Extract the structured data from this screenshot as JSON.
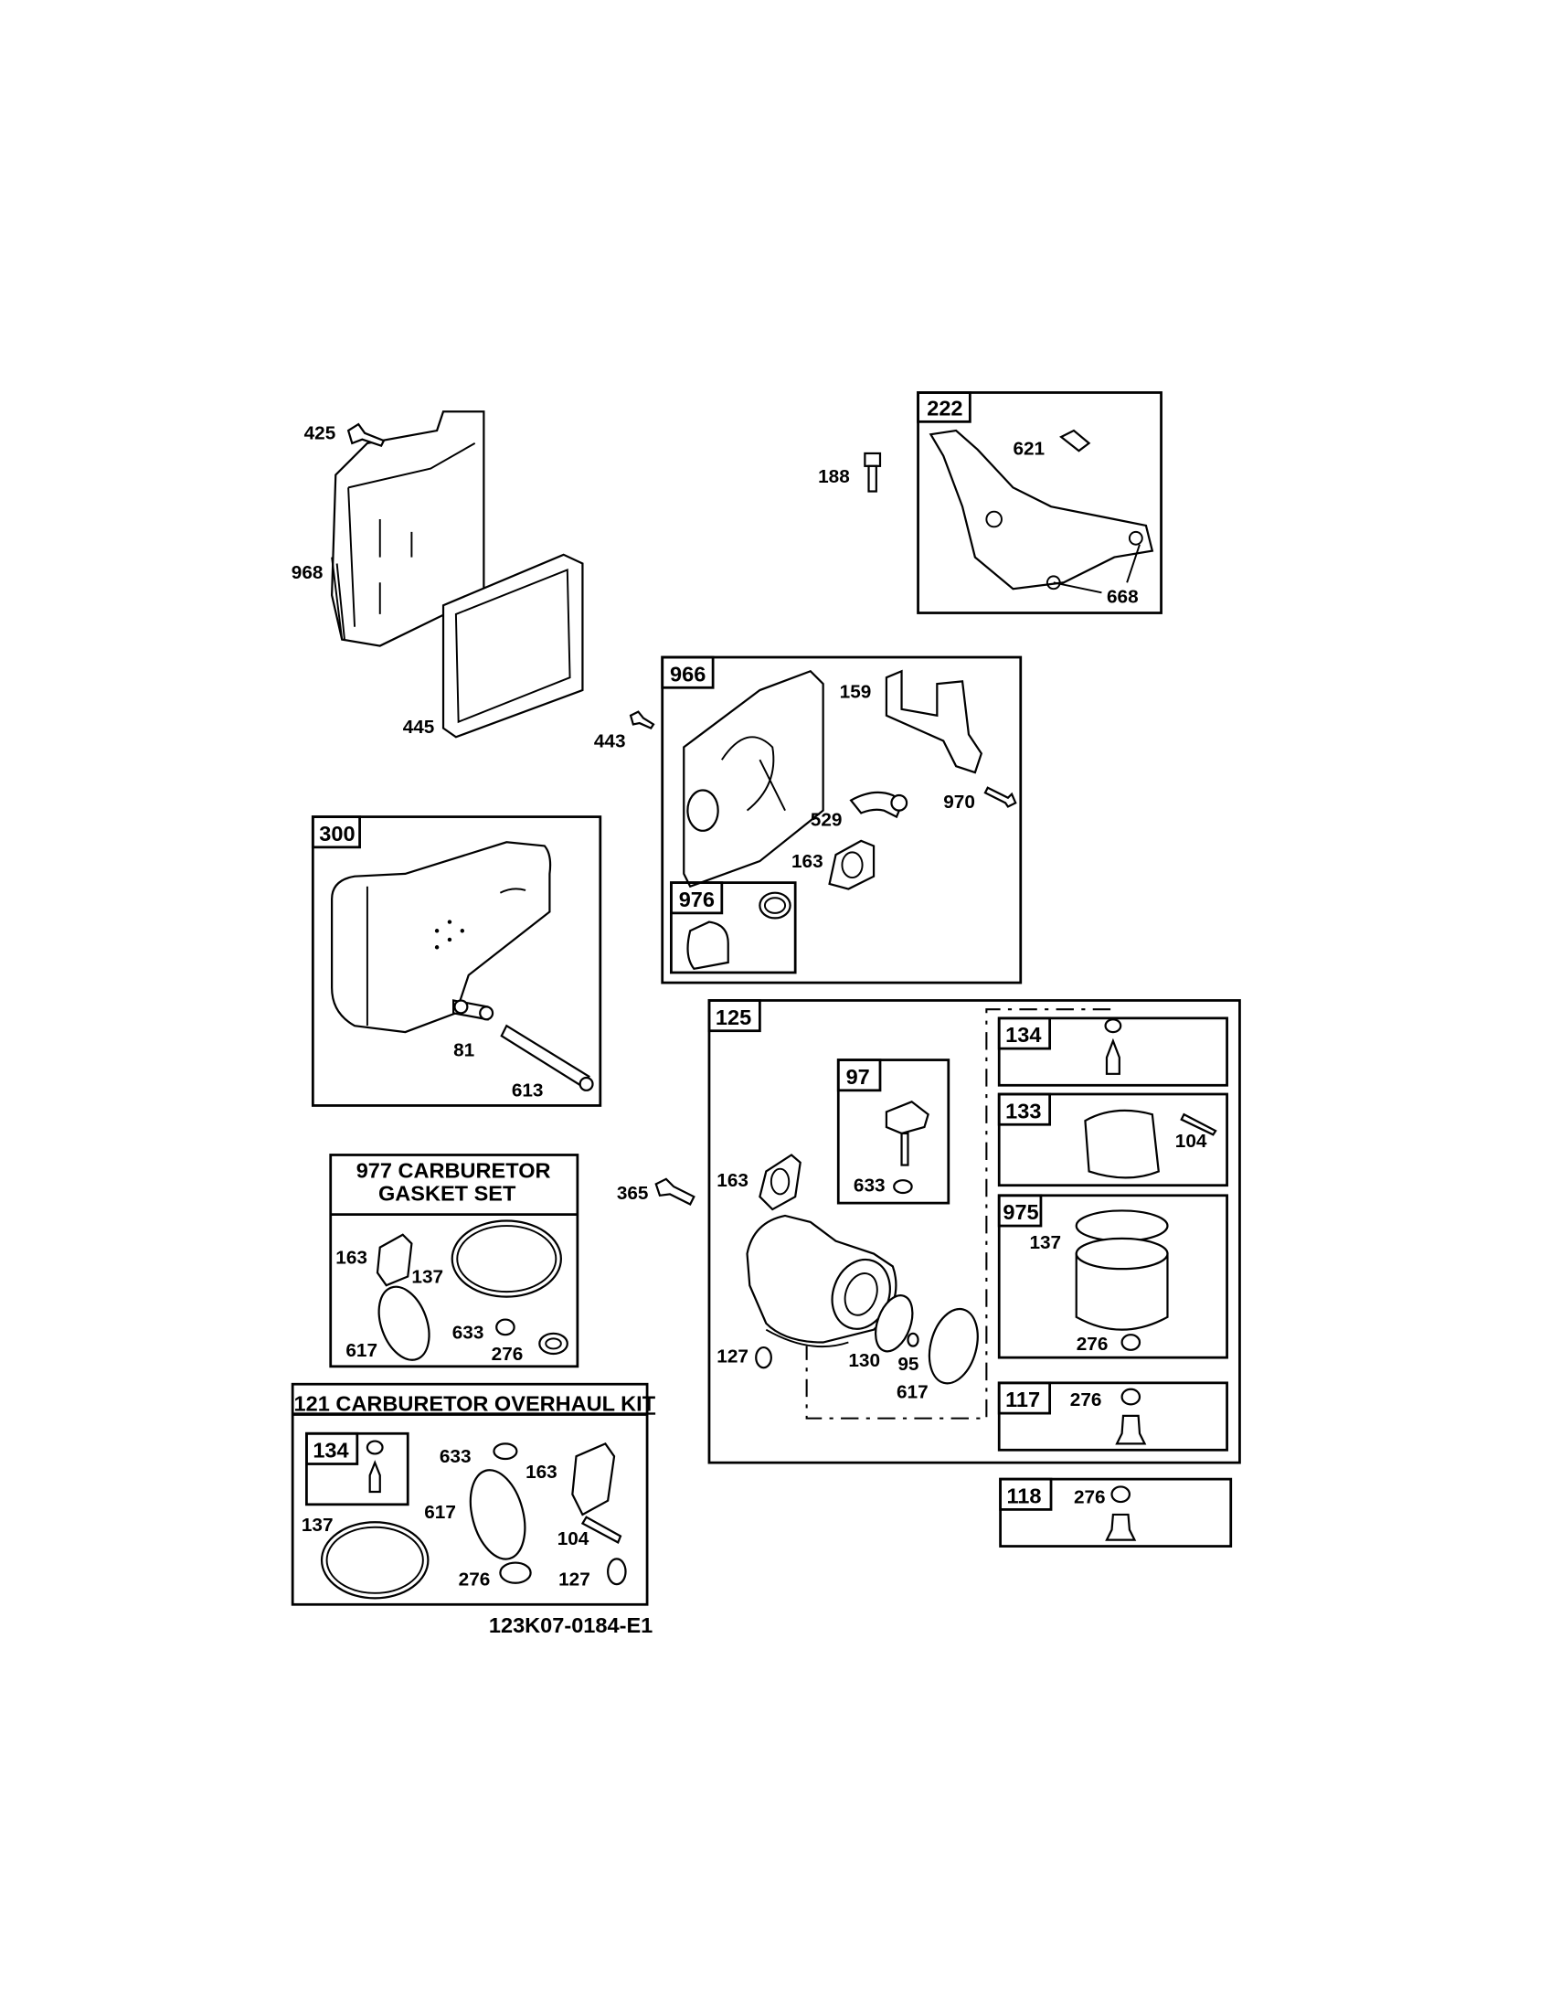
{
  "diagram_id": "123K07-0184-E1",
  "groups": {
    "g222": "222",
    "g966": "966",
    "g976": "976",
    "g300": "300",
    "g125": "125",
    "g97": "97",
    "g134": "134",
    "g133": "133",
    "g975": "975",
    "g117": "117",
    "g118": "118",
    "g977_line1": "977 CARBURETOR",
    "g977_line2": "GASKET SET",
    "g121": "121 CARBURETOR OVERHAUL KIT",
    "g121_134": "134"
  },
  "callouts": {
    "c425": "425",
    "c968": "968",
    "c445": "445",
    "c188": "188",
    "c621": "621",
    "c668": "668",
    "c443": "443",
    "c159": "159",
    "c970": "970",
    "c529": "529",
    "c163a": "163",
    "c81": "81",
    "c613": "613",
    "c365": "365",
    "c163b": "163",
    "c633a": "633",
    "c127a": "127",
    "c130": "130",
    "c95": "95",
    "c617a": "617",
    "c104a": "104",
    "c137a": "137",
    "c276a": "276",
    "c276b": "276",
    "c276c": "276",
    "c163c": "163",
    "c137b": "137",
    "c617b": "617",
    "c633b": "633",
    "c276d": "276",
    "c633c": "633",
    "c163d": "163",
    "c617c": "617",
    "c137c": "137",
    "c104b": "104",
    "c276e": "276",
    "c127b": "127"
  }
}
